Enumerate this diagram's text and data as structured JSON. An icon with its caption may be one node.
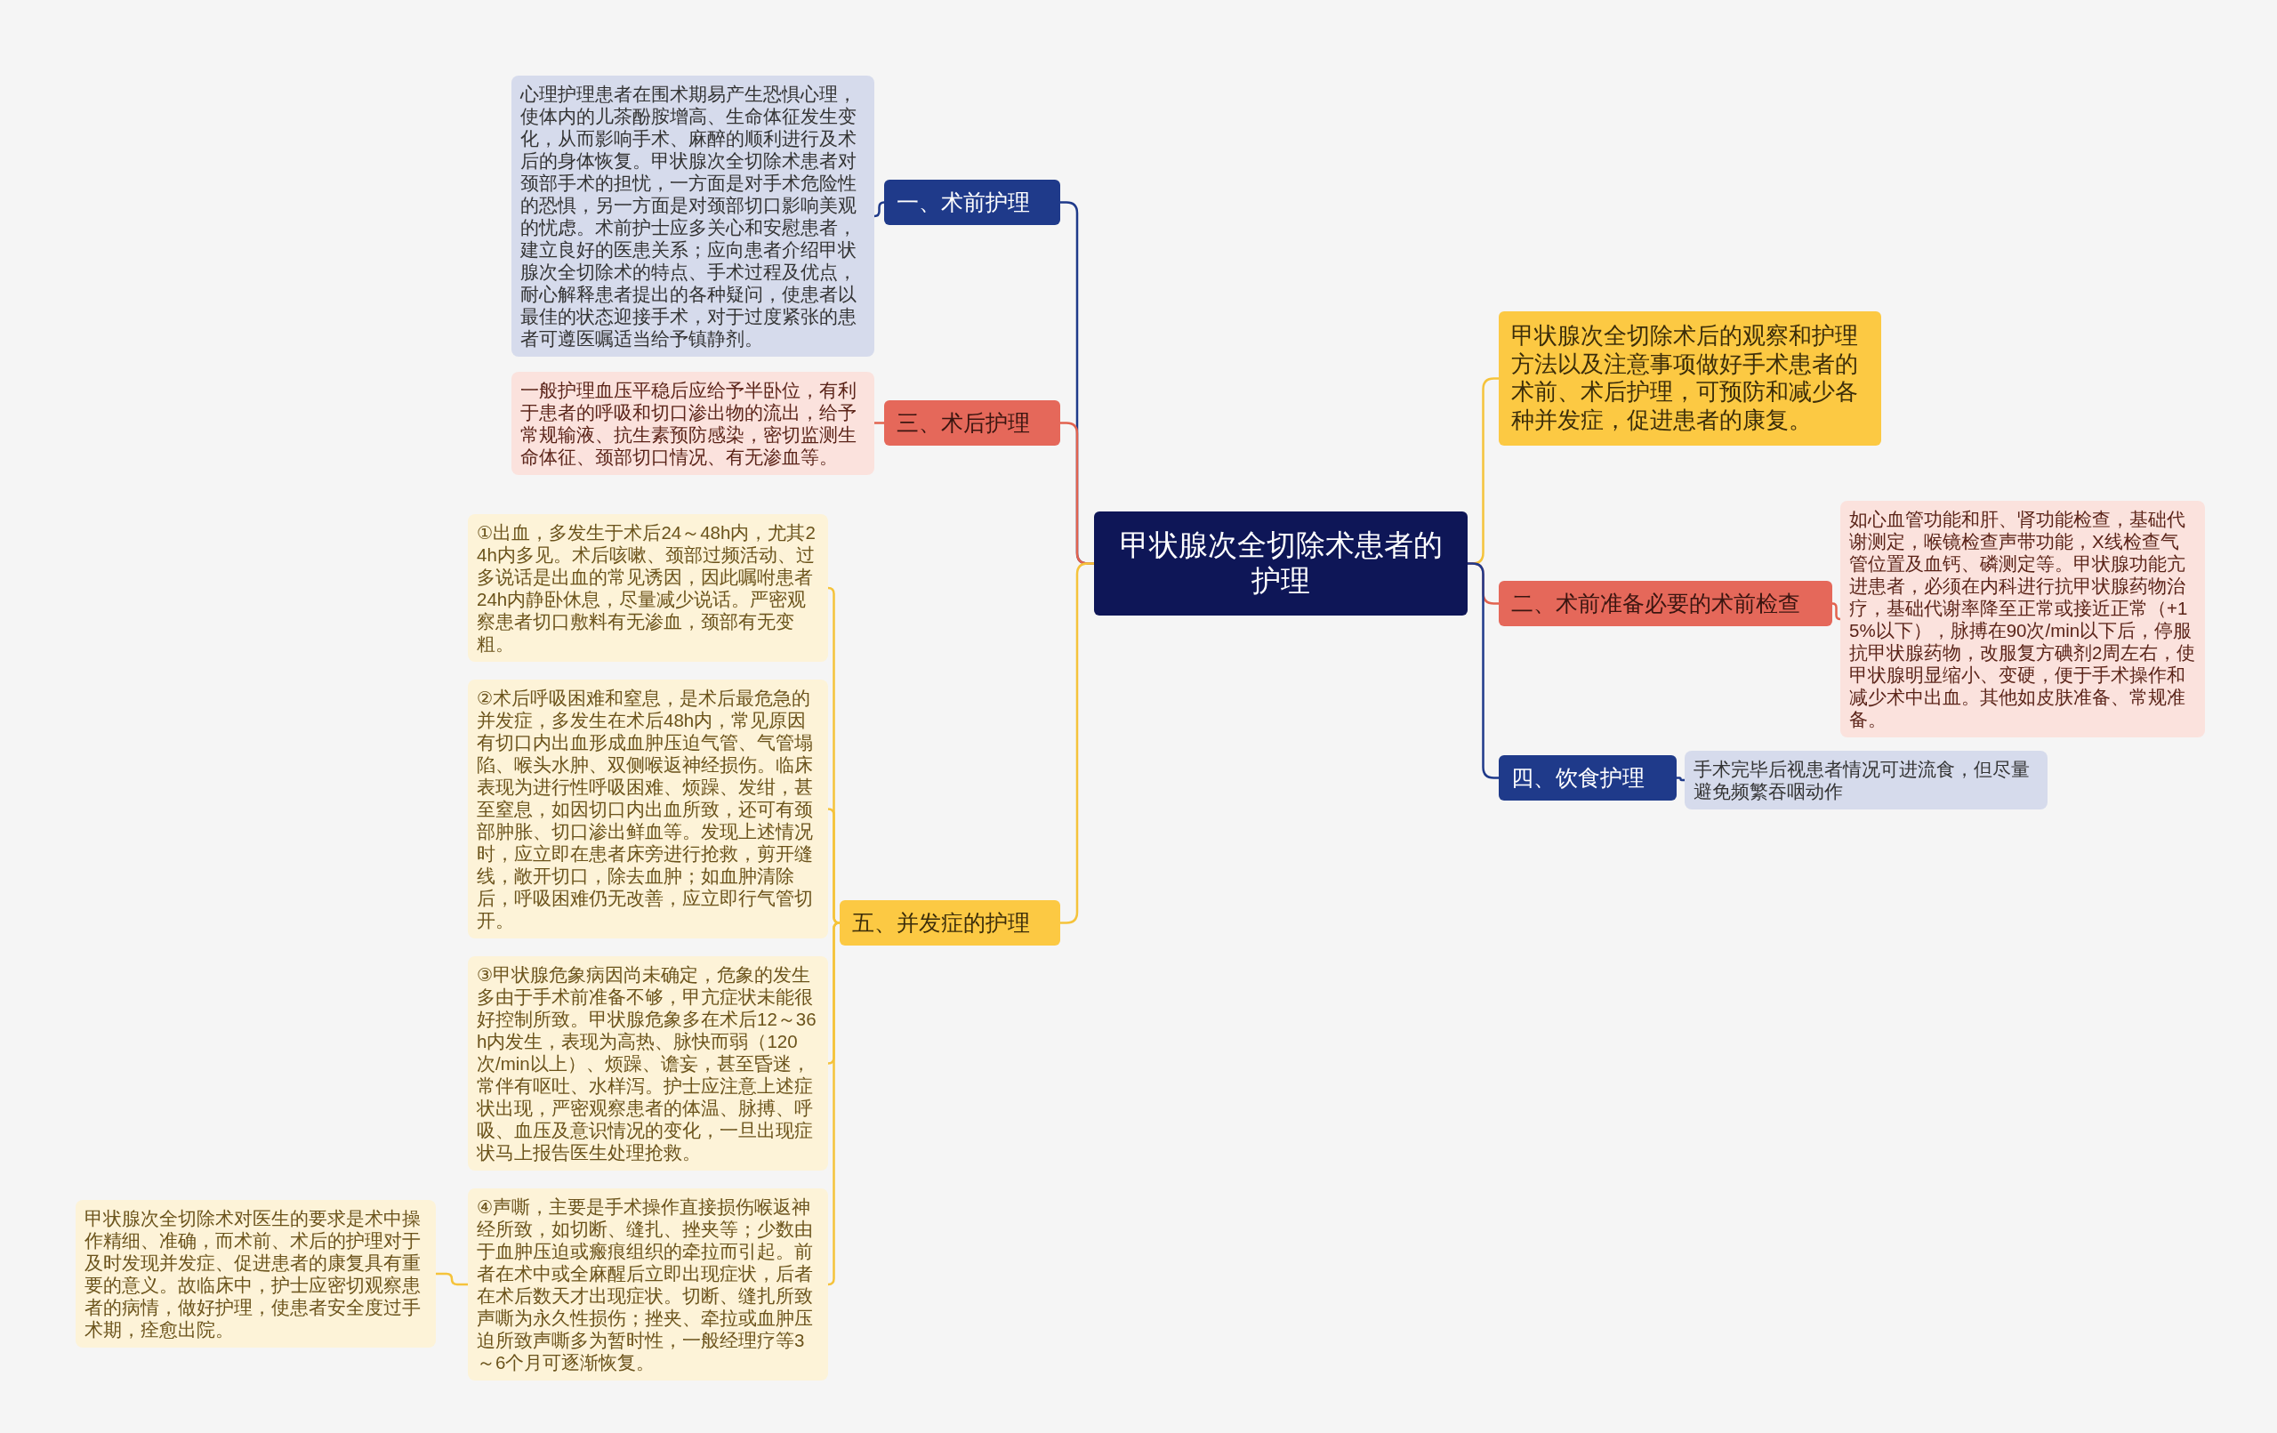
{
  "diagram": {
    "nodes": [
      {
        "text": [
          "甲状腺次全切除术患者的护理"
        ]
      },
      {
        "text": [
          "甲状腺次全切除术后的观察和护理方法以及注意事项做好手术患者的术前、术后护理，可预防和减少各种并发症，促进患者的康复。"
        ]
      },
      {
        "text": [
          "二、术前准备必要的术前检查"
        ]
      },
      {
        "text": [
          "如心血管功能和肝、肾功能检查，基础代谢测定，喉镜检查声带功能，X线检查气管位置及血钙、磷测定等。甲状腺功能亢进患者，必须在内科进行抗甲状腺药物治疗，基础代谢率降至正常或接近正常（+15%以下），脉搏在90次/min以下后，停服抗甲状腺药物，改服复方碘剂2周左右，使甲状腺明显缩小、变硬，便于手术操作和减少术中出血。其他如皮肤准备、常规准备。"
        ]
      },
      {
        "text": [
          "四、饮食护理"
        ]
      },
      {
        "text": [
          "手术完毕后视患者情况可进流食，但尽量避免频繁吞咽动作"
        ]
      },
      {
        "text": [
          "一、术前护理"
        ]
      },
      {
        "text": [
          "心理护理患者在围术期易产生恐惧心理，使体内的儿茶酚胺增高、生命体征发生变化，从而影响手术、麻醉的顺利进行及术后的身体恢复。甲状腺次全切除术患者对颈部手术的担忧，一方面是对手术危险性的恐惧，另一方面是对颈部切口影响美观的忧虑。术前护士应多关心和安慰患者，建立良好的医患关系；应向患者介绍甲状腺次全切除术的特点、手术过程及优点，耐心解释患者提出的各种疑问，使患者以最佳的状态迎接手术，对于过度紧张的患者可遵医嘱适当给予镇静剂。"
        ]
      },
      {
        "text": [
          "三、术后护理"
        ]
      },
      {
        "text": [
          "一般护理血压平稳后应给予半卧位，有利于患者的呼吸和切口渗出物的流出，给予常规输液、抗生素预防感染，密切监测生命体征、颈部切口情况、有无渗血等。"
        ]
      },
      {
        "text": [
          "五、并发症的护理"
        ]
      },
      {
        "text": [
          "①出血，多发生于术后24～48h内，尤其24h内多见。术后咳嗽、颈部过频活动、过多说话是出血的常见诱因，因此嘱咐患者24h内静卧休息，尽量减少说话。严密观察患者切口敷料有无渗血，颈部有无变粗。"
        ]
      },
      {
        "text": [
          "②术后呼吸困难和窒息，是术后最危急的并发症，多发生在术后48h内，常见原因有切口内出血形成血肿压迫气管、气管塌陷、喉头水肿、双侧喉返神经损伤。临床表现为进行性呼吸困难、烦躁、发绀，甚至窒息，如因切口内出血所致，还可有颈部肿胀、切口渗出鲜血等。发现上述情况时，应立即在患者床旁进行抢救，剪开缝线，敞开切口，除去血肿；如血肿清除后，呼吸困难仍无改善，应立即行气管切开。"
        ]
      },
      {
        "text": [
          "③甲状腺危象病因尚未确定，危象的发生多由于手术前准备不够，甲亢症状未能很好控制所致。甲状腺危象多在术后12～36h内发生，表现为高热、脉快而弱（120次/min以上）、烦躁、谵妄，甚至昏迷，常伴有呕吐、水样泻。护士应注意上述症状出现，严密观察患者的体温、脉搏、呼吸、血压及意识情况的变化，一旦出现症状马上报告医生处理抢救。"
        ]
      },
      {
        "text": [
          "④声嘶，主要是手术操作直接损伤喉返神经所致，如切断、缝扎、挫夹等；少数由于血肿压迫或瘢痕组织的牵拉而引起。前者在术中或全麻醒后立即出现症状，后者在术后数天才出现症状。切断、缝扎所致声嘶为永久性损伤；挫夹、牵拉或血肿压迫所致声嘶多为暂时性，一般经理疗等3～6个月可逐渐恢复。"
        ]
      },
      {
        "text": [
          "甲状腺次全切除术对医生的要求是术中操作精细、准确，而术前、术后的护理对于及时发现并发症、促进患者的康复具有重要的意义。故临床中，护士应密切观察患者的病情，做好护理，使患者安全度过手术期，痊愈出院。"
        ]
      }
    ],
    "edges": [
      {
        "from": 0,
        "to": 1,
        "arrow": "none",
        "color": "#f5c33b"
      },
      {
        "from": 0,
        "to": 2,
        "arrow": "none",
        "color": "#e2634f"
      },
      {
        "from": 0,
        "to": 4,
        "arrow": "none",
        "color": "#1f3a8a"
      },
      {
        "from": 2,
        "to": 3,
        "arrow": "none",
        "color": "#e2634f"
      },
      {
        "from": 4,
        "to": 5,
        "arrow": "none",
        "color": "#1f3a8a"
      },
      {
        "from": 0,
        "to": 6,
        "arrow": "none",
        "color": "#1f3a8a"
      },
      {
        "from": 0,
        "to": 8,
        "arrow": "none",
        "color": "#e2634f"
      },
      {
        "from": 0,
        "to": 10,
        "arrow": "none",
        "color": "#f5c33b"
      },
      {
        "from": 6,
        "to": 7,
        "arrow": "none",
        "color": "#1f3a8a"
      },
      {
        "from": 8,
        "to": 9,
        "arrow": "none",
        "color": "#e2634f"
      },
      {
        "from": 10,
        "to": 11,
        "arrow": "none",
        "color": "#f5c33b"
      },
      {
        "from": 10,
        "to": 12,
        "arrow": "none",
        "color": "#f5c33b"
      },
      {
        "from": 10,
        "to": 13,
        "arrow": "none",
        "color": "#f5c33b"
      },
      {
        "from": 10,
        "to": 14,
        "arrow": "none",
        "color": "#f5c33b"
      },
      {
        "from": 14,
        "to": 15,
        "arrow": "none",
        "color": "#f5c33b"
      }
    ]
  }
}
